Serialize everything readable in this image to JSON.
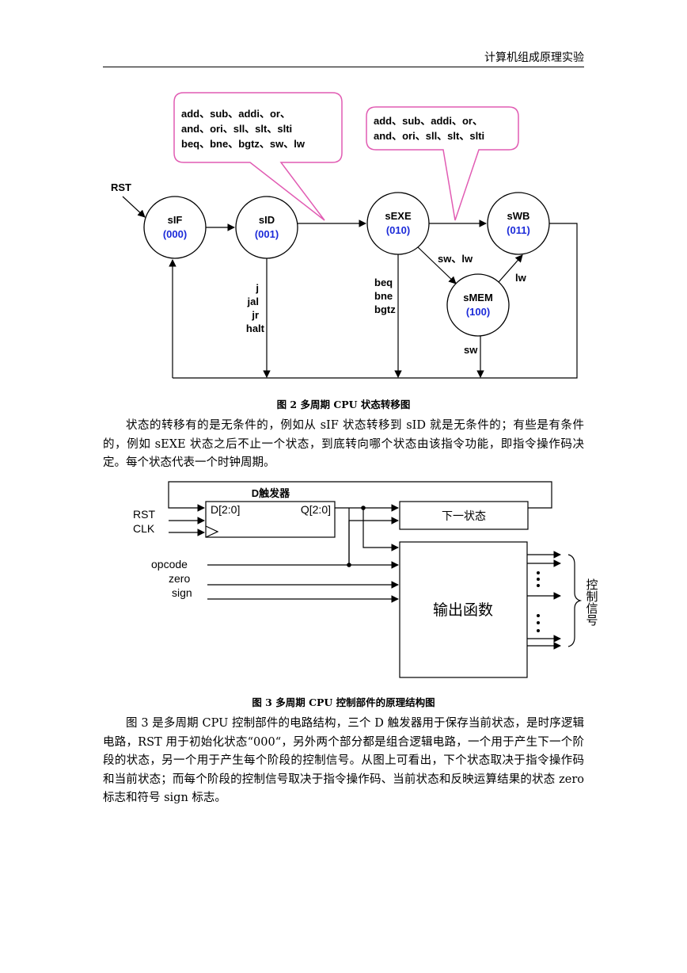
{
  "header": {
    "title": "计算机组成原理实验"
  },
  "fig2": {
    "callout_left": [
      "add、sub、addi、or、",
      "and、ori、sll、slt、slti",
      "beq、bne、bgtz、sw、lw"
    ],
    "callout_right": [
      "add、sub、addi、or、",
      "and、ori、sll、slt、slti"
    ],
    "rst": "RST",
    "states": {
      "sIF": {
        "name": "sIF",
        "code": "(000)"
      },
      "sID": {
        "name": "sID",
        "code": "(001)"
      },
      "sEXE": {
        "name": "sEXE",
        "code": "(010)"
      },
      "sWB": {
        "name": "sWB",
        "code": "(011)"
      },
      "sMEM": {
        "name": "sMEM",
        "code": "(100)"
      }
    },
    "id_labels": [
      "j",
      "jal",
      "jr",
      "halt"
    ],
    "exe_labels": [
      "beq",
      "bne",
      "bgtz"
    ],
    "exe_mem_label": "sw、lw",
    "mem_wb_label": "lw",
    "mem_down_label": "sw",
    "caption": "图 2  多周期 CPU 状态转移图"
  },
  "para1": "状态的转移有的是无条件的，例如从 sIF 状态转移到 sID 就是无条件的；有些是有条件的，例如 sEXE 状态之后不止一个状态，到底转向哪个状态由该指令功能，即指令操作码决定。每个状态代表一个时钟周期。",
  "fig3": {
    "dff_title": "D触发器",
    "d_port": "D[2:0]",
    "q_port": "Q[2:0]",
    "rst": "RST",
    "clk": "CLK",
    "next_state": "下一状态",
    "inputs": [
      "opcode",
      "zero",
      "sign"
    ],
    "output_block": "输出函数",
    "control_signals": "控制信号",
    "caption": "图 3  多周期 CPU 控制部件的原理结构图"
  },
  "para2": "图 3 是多周期 CPU 控制部件的电路结构，三个 D 触发器用于保存当前状态，是时序逻辑电路，RST 用于初始化状态“000“，另外两个部分都是组合逻辑电路，一个用于产生下一个阶段的状态，另一个用于产生每个阶段的控制信号。从图上可看出，下个状态取决于指令操作码和当前状态；而每个阶段的控制信号取决于指令操作码、当前状态和反映运算结果的状态 zero 标志和符号 sign 标志。"
}
